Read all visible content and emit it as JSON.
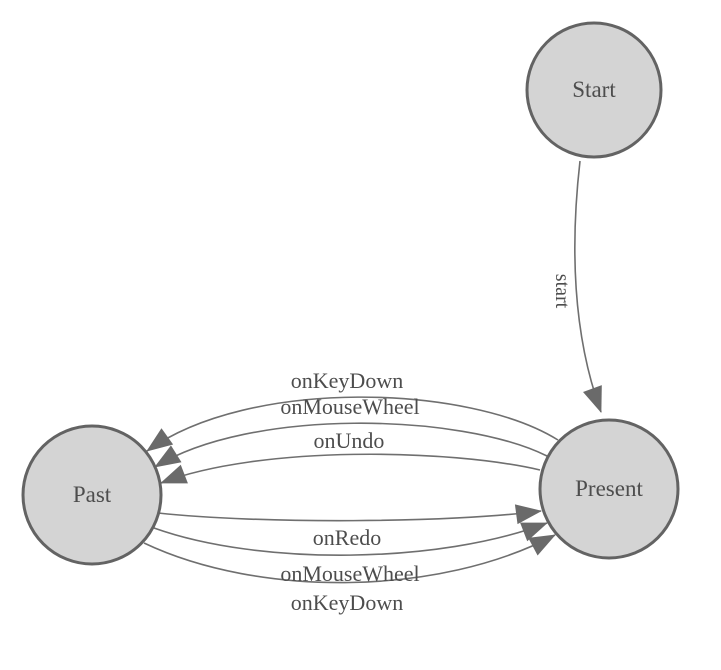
{
  "diagram": {
    "background": "#ffffff",
    "colors": {
      "node_fill": "#d4d4d4",
      "node_stroke": "#636363",
      "edge_stroke": "#6f6f6f",
      "arrow_fill": "#6a6a6a",
      "label_text": "#4d4d4d"
    },
    "nodes": [
      {
        "id": "start",
        "label": "Start"
      },
      {
        "id": "past",
        "label": "Past"
      },
      {
        "id": "present",
        "label": "Present"
      }
    ],
    "edges": [
      {
        "id": "start-to-present",
        "label": "start",
        "from": "Start",
        "to": "Present"
      },
      {
        "id": "present-to-past-keydown",
        "label": "onKeyDown",
        "from": "Present",
        "to": "Past"
      },
      {
        "id": "present-to-past-mousewheel",
        "label": "onMouseWheel",
        "from": "Present",
        "to": "Past"
      },
      {
        "id": "present-to-past-undo",
        "label": "onUndo",
        "from": "Present",
        "to": "Past"
      },
      {
        "id": "past-to-present-redo",
        "label": "onRedo",
        "from": "Past",
        "to": "Present"
      },
      {
        "id": "past-to-present-mousewheel",
        "label": "onMouseWheel",
        "from": "Past",
        "to": "Present"
      },
      {
        "id": "past-to-present-keydown",
        "label": "onKeyDown",
        "from": "Past",
        "to": "Present"
      }
    ]
  }
}
